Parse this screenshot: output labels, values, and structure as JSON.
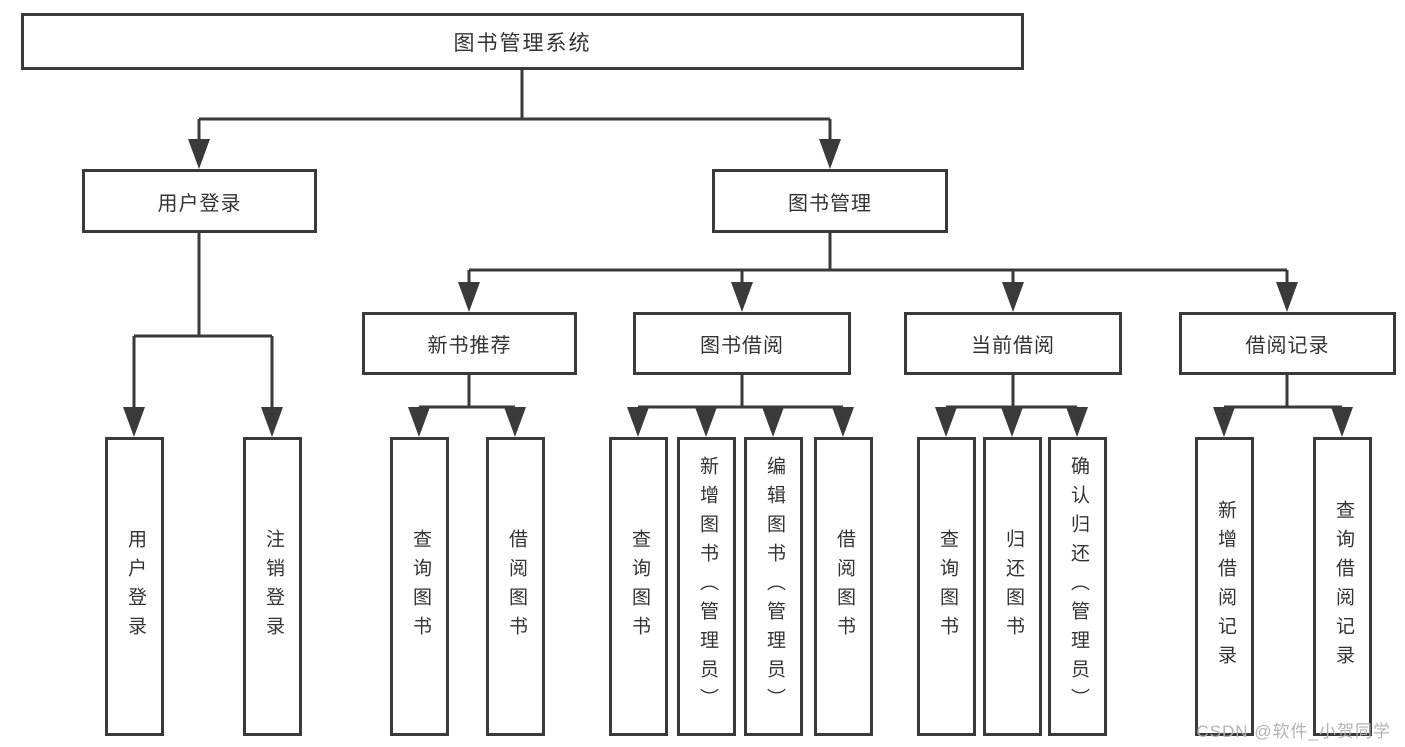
{
  "colors": {
    "line": "#3a3a3a",
    "text": "#333333",
    "box_background": "#ffffff",
    "page_background": "#ffffff",
    "watermark": "#afafaf"
  },
  "tree": {
    "root": {
      "label": "图书管理系统"
    },
    "level2": [
      {
        "label": "用户登录",
        "children": [
          {
            "label": "用户登录"
          },
          {
            "label": "注销登录"
          }
        ]
      },
      {
        "label": "图书管理",
        "children": [
          {
            "label": "新书推荐",
            "children": [
              {
                "label": "查询图书"
              },
              {
                "label": "借阅图书"
              }
            ]
          },
          {
            "label": "图书借阅",
            "children": [
              {
                "label": "查询图书"
              },
              {
                "label": "新增图书（管理员）"
              },
              {
                "label": "编辑图书（管理员）"
              },
              {
                "label": "借阅图书"
              }
            ]
          },
          {
            "label": "当前借阅",
            "children": [
              {
                "label": "查询图书"
              },
              {
                "label": "归还图书"
              },
              {
                "label": "确认归还（管理员）"
              }
            ]
          },
          {
            "label": "借阅记录",
            "children": [
              {
                "label": "新增借阅记录"
              },
              {
                "label": "查询借阅记录"
              }
            ]
          }
        ]
      }
    ]
  },
  "watermark": {
    "text": "CSDN @软件_小贺同学"
  }
}
